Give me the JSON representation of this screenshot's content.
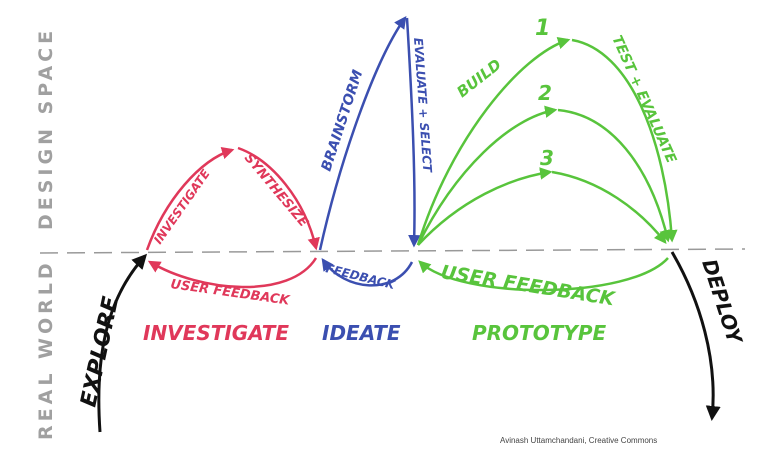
{
  "colors": {
    "red": "#e0385a",
    "blue": "#3b4fb0",
    "green": "#58c43c",
    "black": "#111111",
    "gray": "#a0a0a0",
    "divider": "#999999"
  },
  "side_labels": {
    "design_space": "DESIGN SPACE",
    "real_world": "REAL WORLD"
  },
  "labels": {
    "explore": "EXPLORE",
    "investigate": "INVESTIGATE",
    "synthesize": "SYNTHESIZE",
    "user_feedback_red": "USER FEEDBACK",
    "brainstorm": "BRAINSTORM",
    "evaluate_select": "EVALUATE + SELECT",
    "feedback_blue": "FEEDBACK",
    "build": "BUILD",
    "test_evaluate": "TEST + EVALUATE",
    "user_feedback_green": "USER FEEDBACK",
    "deploy": "DEPLOY",
    "num1": "1",
    "num2": "2",
    "num3": "3"
  },
  "phases": {
    "investigate": "INVESTIGATE",
    "ideate": "IDEATE",
    "prototype": "PROTOTYPE"
  },
  "credit": "Avinash Uttamchandani, Creative Commons"
}
